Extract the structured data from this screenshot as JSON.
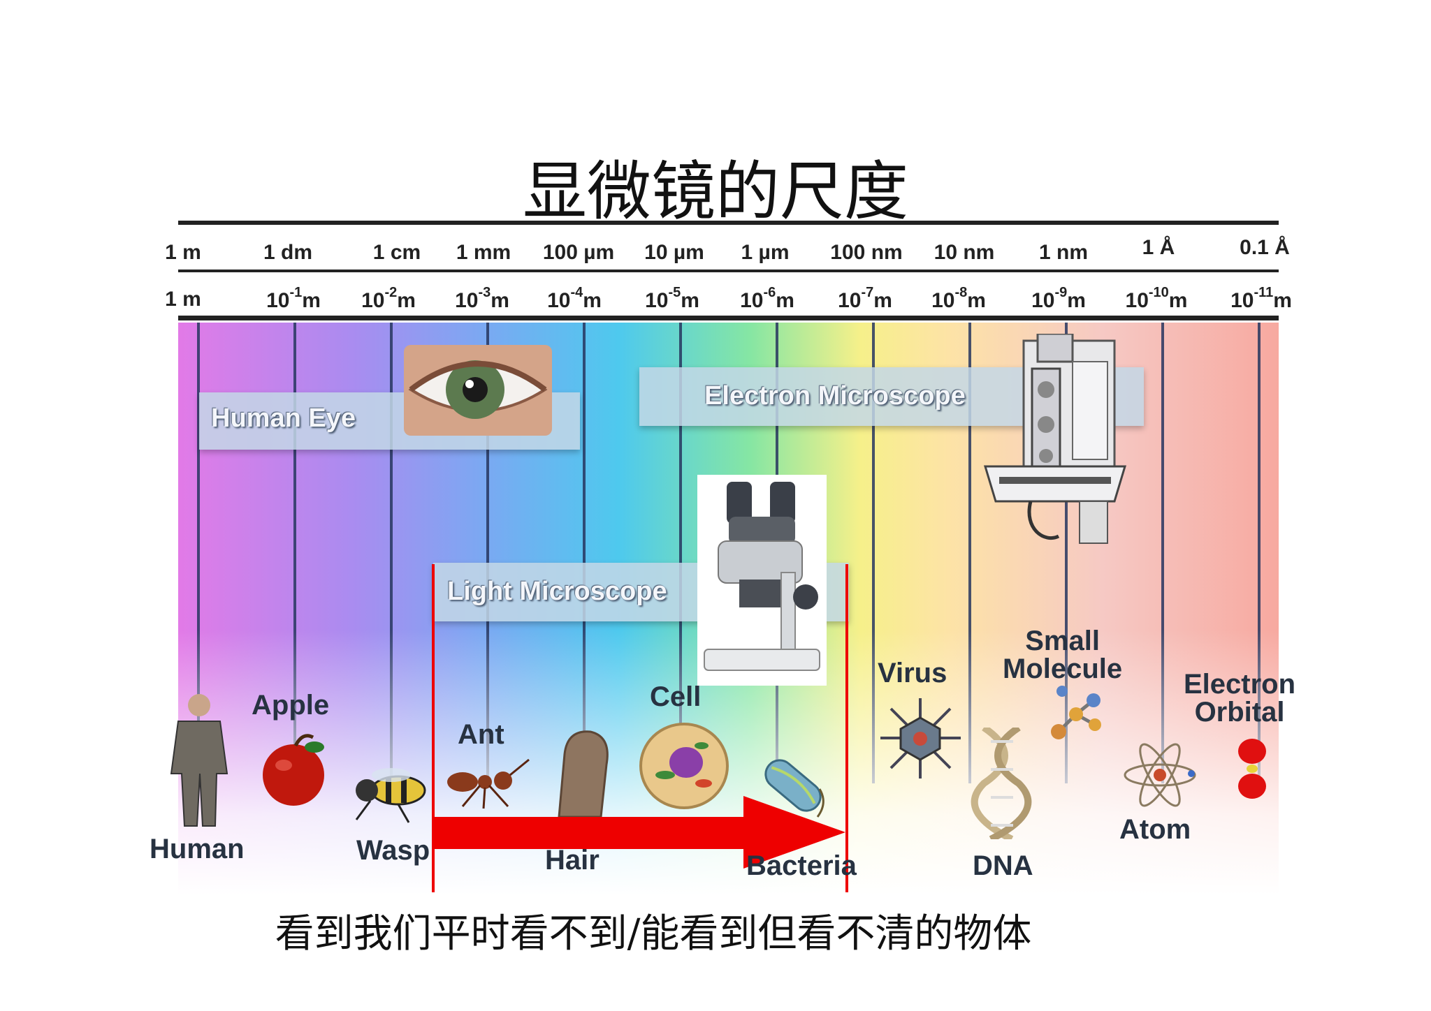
{
  "title": "显微镜的尺度",
  "caption": "看到我们平时看不到/能看到但看不清的物体",
  "scale_units": [
    "1 m",
    "1 dm",
    "1 cm",
    "1 mm",
    "100 µm",
    "10 µm",
    "1 µm",
    "100 nm",
    "10 nm",
    "1 nm",
    "1 Å",
    "0.1 Å"
  ],
  "scale_powers": [
    {
      "base": "1 m",
      "exp": "",
      "unit": ""
    },
    {
      "base": "10",
      "exp": "-1",
      "unit": "m"
    },
    {
      "base": "10",
      "exp": "-2",
      "unit": "m"
    },
    {
      "base": "10",
      "exp": "-3",
      "unit": "m"
    },
    {
      "base": "10",
      "exp": "-4",
      "unit": "m"
    },
    {
      "base": "10",
      "exp": "-5",
      "unit": "m"
    },
    {
      "base": "10",
      "exp": "-6",
      "unit": "m"
    },
    {
      "base": "10",
      "exp": "-7",
      "unit": "m"
    },
    {
      "base": "10",
      "exp": "-8",
      "unit": "m"
    },
    {
      "base": "10",
      "exp": "-9",
      "unit": "m"
    },
    {
      "base": "10",
      "exp": "-10",
      "unit": "m"
    },
    {
      "base": "10",
      "exp": "-11",
      "unit": "m"
    }
  ],
  "bands": {
    "human_eye": "Human Eye",
    "electron_microscope": "Electron Microscope",
    "light_microscope": "Light Microscope"
  },
  "objects": {
    "human": "Human",
    "apple": "Apple",
    "wasp": "Wasp",
    "ant": "Ant",
    "hair": "Hair",
    "cell": "Cell",
    "bacteria": "Bacteria",
    "virus": "Virus",
    "dna": "DNA",
    "small_molecule_1": "Small",
    "small_molecule_2": "Molecule",
    "atom": "Atom",
    "electron_orbital_1": "Electron",
    "electron_orbital_2": "Orbital"
  },
  "colors": {
    "highlight": "#ee0000",
    "rule": "#222222"
  }
}
